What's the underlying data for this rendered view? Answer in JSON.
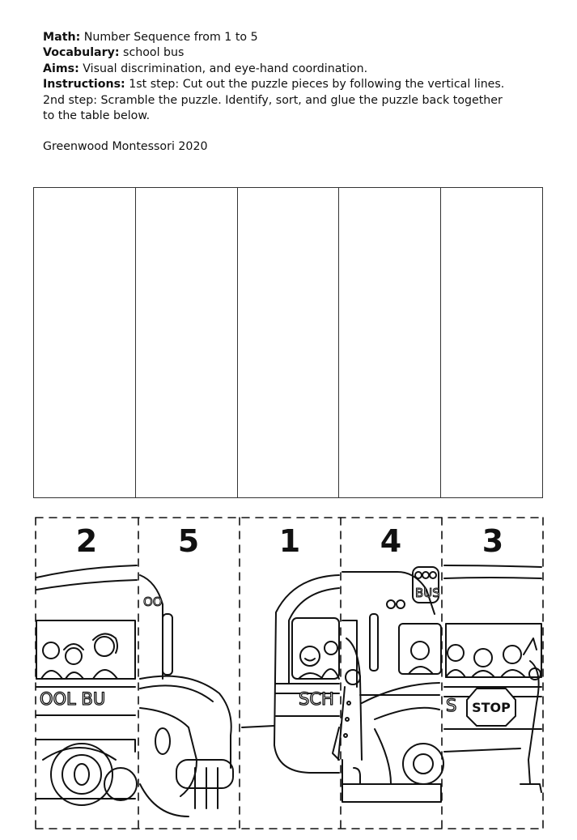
{
  "header": {
    "math_label": "Math:",
    "math_value": " Number Sequence from 1 to 5",
    "vocab_label": "Vocabulary:",
    "vocab_value": " school bus",
    "aims_label": "Aims:",
    "aims_value": " Visual discrimination, and eye-hand coordination.",
    "instructions_label": "Instructions:",
    "instructions_line1": " 1st step: Cut out the puzzle pieces by following the vertical lines.",
    "instructions_line2": "2nd step: Scramble the puzzle. Identify, sort, and glue the puzzle back together",
    "instructions_line3": "to the table below.",
    "credit": "Greenwood Montessori 2020"
  },
  "pieces": [
    {
      "number": "2",
      "text": "OOL BU"
    },
    {
      "number": "5",
      "text": "OO"
    },
    {
      "number": "1",
      "text": "SCH"
    },
    {
      "number": "4",
      "text": "BUS"
    },
    {
      "number": "3",
      "text": "S"
    }
  ],
  "stop_sign": "STOP",
  "colors": {
    "line": "#111111",
    "page": "#ffffff"
  }
}
